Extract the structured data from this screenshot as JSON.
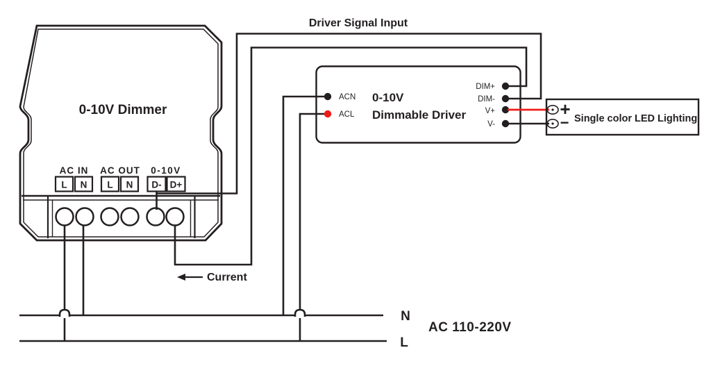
{
  "labels": {
    "signal": "Driver Signal Input",
    "current": "Current"
  },
  "dimmer": {
    "title": "0-10V Dimmer",
    "groups": [
      {
        "label": "AC IN",
        "terminals": [
          "L",
          "N"
        ]
      },
      {
        "label": "AC OUT",
        "terminals": [
          "L",
          "N"
        ]
      },
      {
        "label": "0-10V",
        "terminals": [
          "D-",
          "D+"
        ]
      }
    ]
  },
  "driver": {
    "title1": "0-10V",
    "title2": "Dimmable Driver",
    "left_ports": [
      "ACN",
      "ACL"
    ],
    "right_ports": [
      "DIM+",
      "DIM-",
      "V+",
      "V-"
    ]
  },
  "led": {
    "plus": "+",
    "minus": "−",
    "label": "Single color LED Lighting"
  },
  "power": {
    "n": "N",
    "l": "L",
    "rating": "AC 110-220V"
  },
  "colors": {
    "line": "#231f20",
    "accent_red": "#ed1c16"
  }
}
